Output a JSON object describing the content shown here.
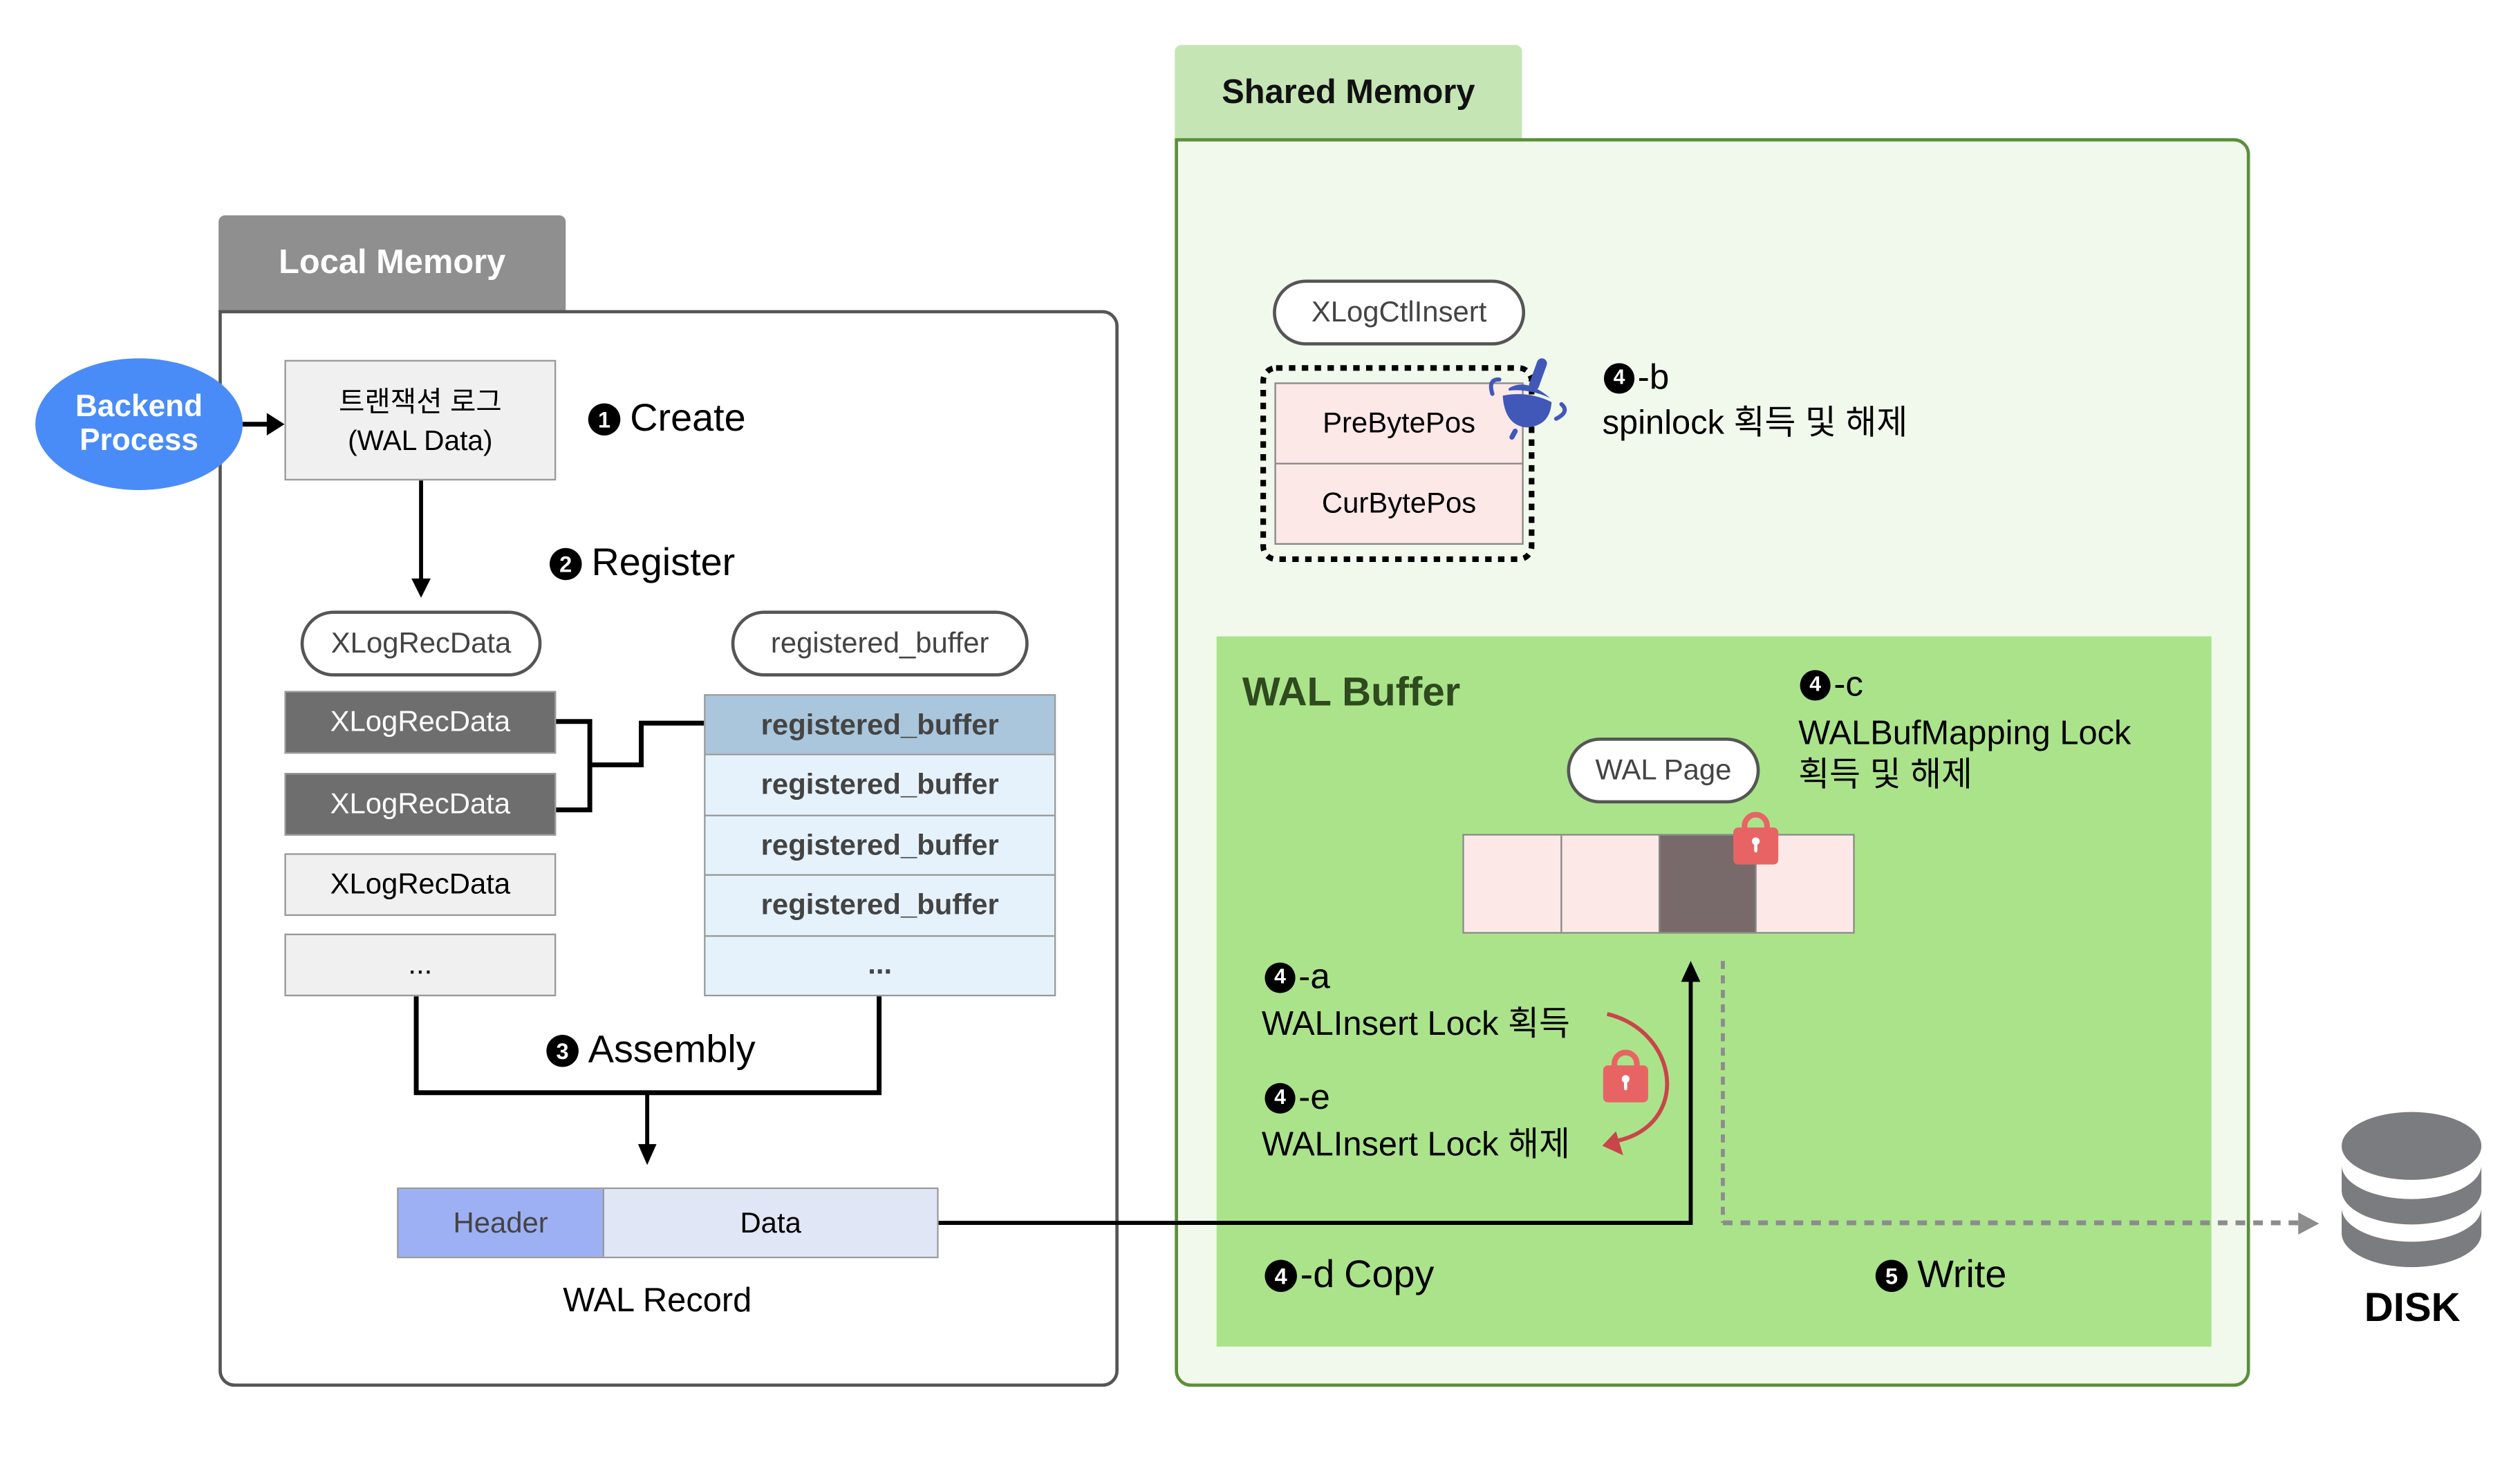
{
  "local_memory": {
    "title": "Local Memory",
    "backend_process": {
      "lines": [
        "Backend",
        "Process"
      ]
    },
    "transaction_log": {
      "lines": [
        "트랜잭션 로그",
        "(WAL Data)"
      ]
    },
    "steps": {
      "create": {
        "badge": "1",
        "label": "Create"
      },
      "register": {
        "badge": "2",
        "label": "Register"
      },
      "assembly": {
        "badge": "3",
        "label": "Assembly"
      }
    },
    "xlogrecdata": {
      "title": "XLogRecData",
      "items": [
        {
          "label": "XLogRecData",
          "state": "linked"
        },
        {
          "label": "XLogRecData",
          "state": "linked"
        },
        {
          "label": "XLogRecData",
          "state": "normal"
        },
        {
          "label": "...",
          "state": "normal"
        }
      ]
    },
    "registered_buffer": {
      "title": "registered_buffer",
      "items": [
        {
          "label": "registered_buffer",
          "state": "linked"
        },
        {
          "label": "registered_buffer",
          "state": "normal"
        },
        {
          "label": "registered_buffer",
          "state": "normal"
        },
        {
          "label": "registered_buffer",
          "state": "normal"
        },
        {
          "label": "...",
          "state": "normal"
        }
      ]
    },
    "wal_record": {
      "header": "Header",
      "data": "Data",
      "label": "WAL Record"
    }
  },
  "shared_memory": {
    "title": "Shared Memory",
    "xlogctlinsert": {
      "title": "XLogCtlInsert",
      "fields": [
        "PreBytePos",
        "CurBytePos"
      ]
    },
    "wal_buffer": {
      "title": "WAL Buffer",
      "wal_page_label": "WAL Page",
      "pages": [
        {
          "state": "free"
        },
        {
          "state": "free"
        },
        {
          "state": "in-use"
        },
        {
          "state": "free"
        }
      ]
    },
    "steps": {
      "step_4a": {
        "badge": "4",
        "suffix": "-a",
        "description": "WALInsert Lock 획득"
      },
      "step_4b": {
        "badge": "4",
        "suffix": "-b",
        "description": "spinlock 획득 및 해제"
      },
      "step_4c": {
        "badge": "4",
        "suffix": "-c",
        "description_lines": [
          "WALBufMapping Lock",
          "획득 및 해제"
        ]
      },
      "step_4d": {
        "badge": "4",
        "suffix": "-d",
        "label": "Copy"
      },
      "step_4e": {
        "badge": "4",
        "suffix": "-e",
        "description": "WALInsert Lock 해제"
      },
      "step_5": {
        "badge": "5",
        "label": "Write"
      }
    }
  },
  "disk": {
    "label": "DISK"
  },
  "icons": {
    "spinlock": "spinning-top-icon",
    "wal_page_lock": "padlock-icon",
    "wal_insert_lock": "padlock-icon",
    "disk": "database-icon"
  },
  "colors": {
    "backend_process": "#4a8cf7",
    "local_memory_tab": "#8f8f8f",
    "shared_memory_tab": "#c5e5b5",
    "shared_memory_border": "#5b8f3a",
    "wal_buffer_fill": "#abe38b",
    "lock": "#e86464",
    "lock_arrow": "#c8464a",
    "spinlock_icon": "#4158b8",
    "disk": "#7b7c80"
  }
}
